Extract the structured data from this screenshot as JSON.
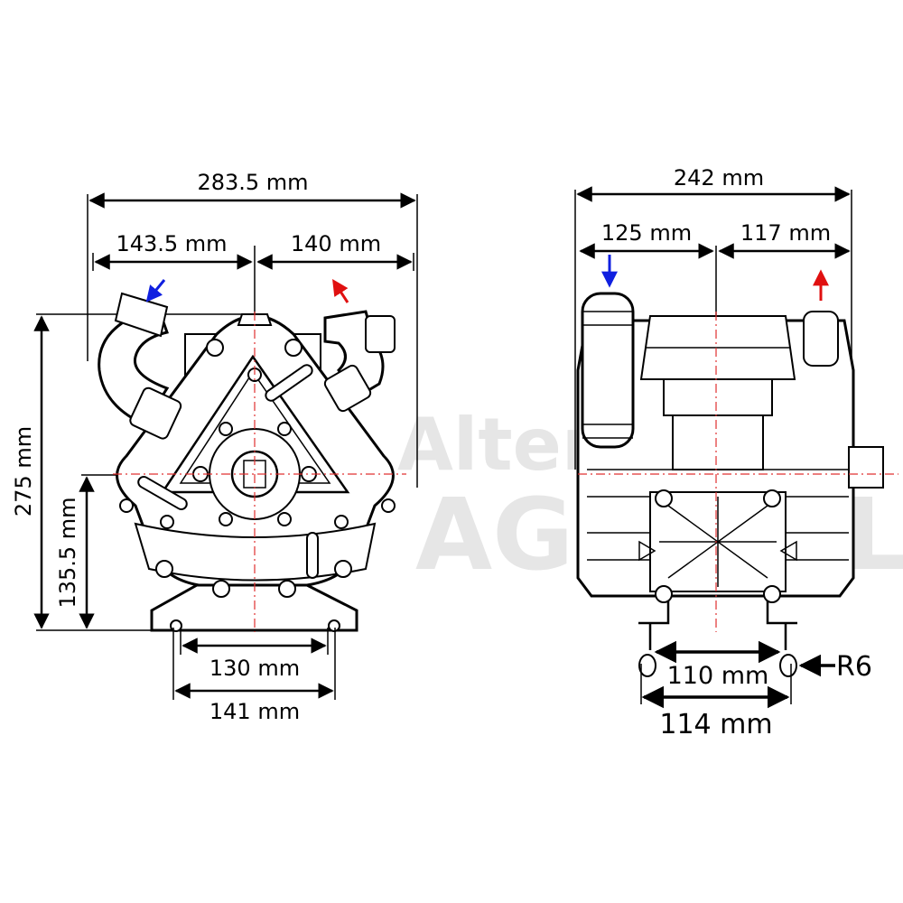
{
  "watermark": {
    "line1": "Alternativ",
    "line2": "AGRICOLA"
  },
  "front_view": {
    "overall_width": "283.5 mm",
    "left_width": "143.5 mm",
    "right_width": "140 mm",
    "overall_height": "275 mm",
    "center_height": "135.5 mm",
    "base_inner": "130 mm",
    "base_outer": "141 mm",
    "inlet_arrow_color": "#1020e0",
    "outlet_arrow_color": "#e01010"
  },
  "side_view": {
    "overall_width": "242 mm",
    "left_width": "125 mm",
    "right_width": "117 mm",
    "hole_inner": "110 mm",
    "hole_outer": "114 mm",
    "radius_label": "R6",
    "inlet_arrow_color": "#1020e0",
    "outlet_arrow_color": "#e01010"
  }
}
